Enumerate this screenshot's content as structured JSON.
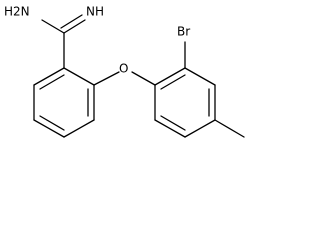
{
  "molecule": {
    "labels": {
      "amidine_nh2": "H2N",
      "amidine_nh": "NH",
      "ether_o": "O",
      "bromo": "Br"
    }
  }
}
